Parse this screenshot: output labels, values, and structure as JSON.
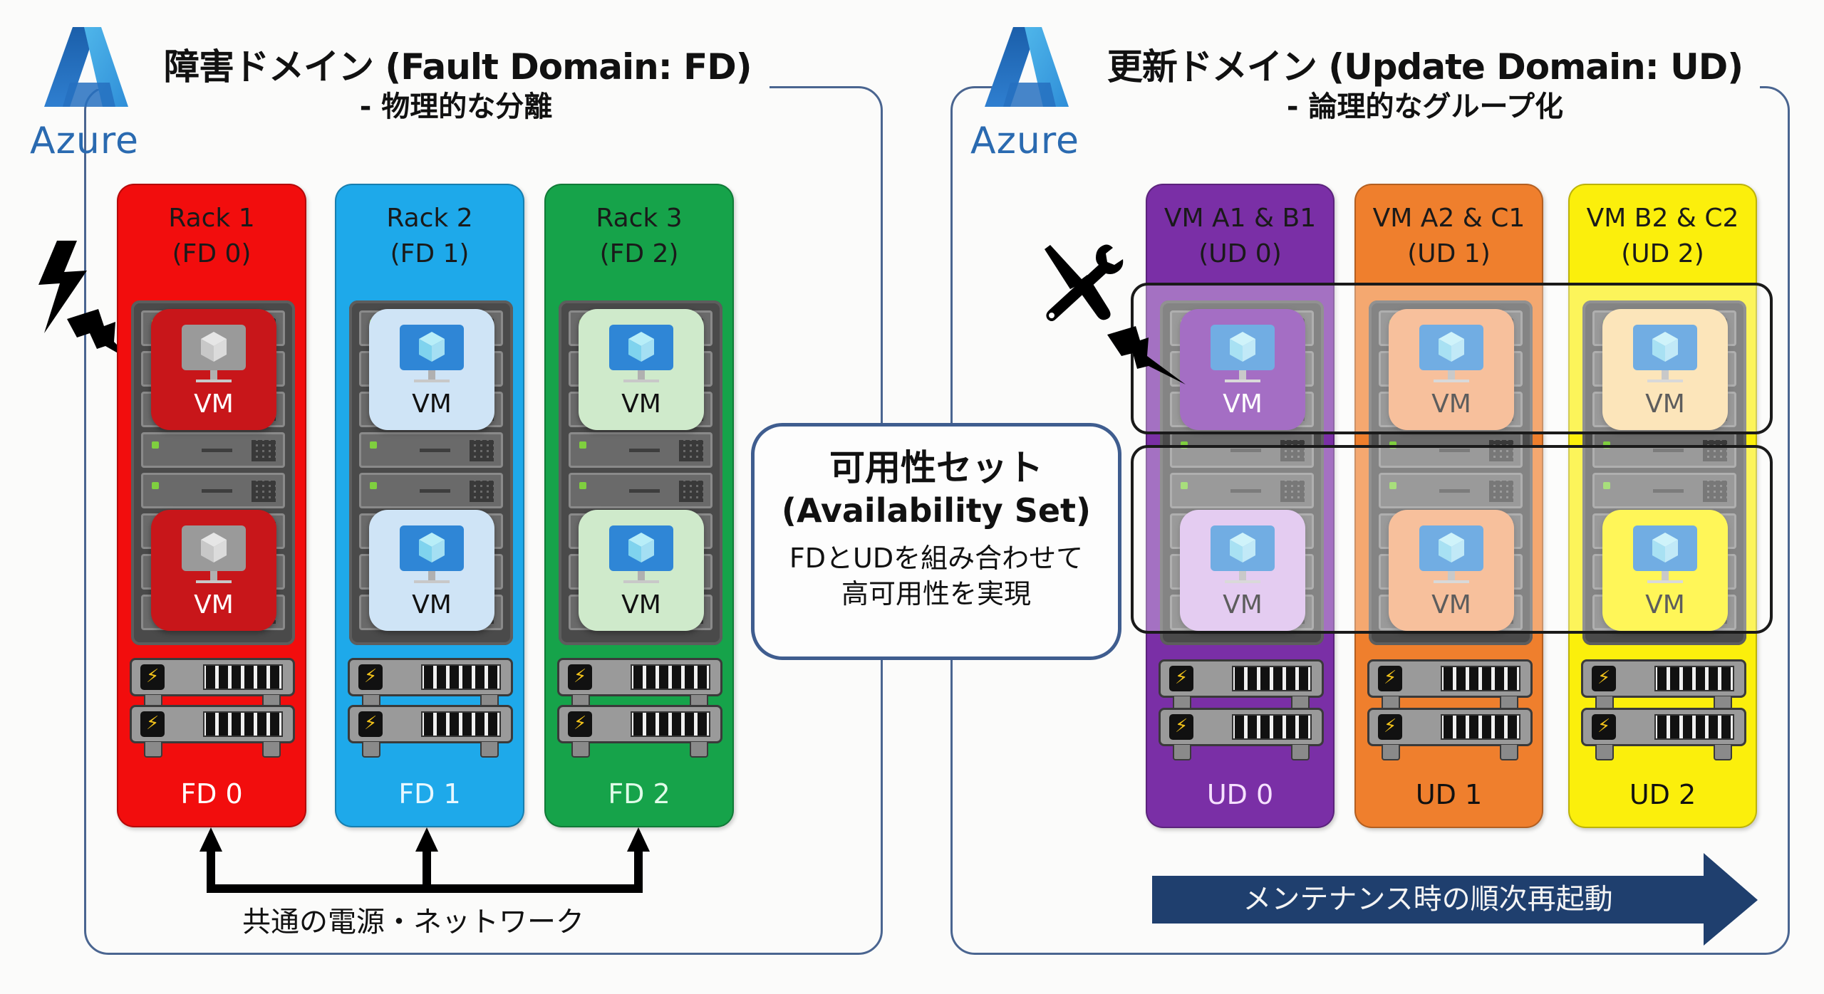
{
  "left": {
    "logo_label": "Azure",
    "title": "障害ドメイン (Fault Domain: FD)",
    "subtitle": "- 物理的な分離",
    "racks": [
      {
        "name": "Rack 1",
        "domain": "(FD 0)",
        "footer": "FD 0",
        "color": "#f20d0d",
        "vm_color": "#c8161a",
        "vm_label_color": "#ffffff",
        "footer_color": "#ffffff",
        "failed": true
      },
      {
        "name": "Rack 2",
        "domain": "(FD 1)",
        "footer": "FD 1",
        "color": "#1ea9ea",
        "vm_color": "#cfe4f6",
        "vm_label_color": "#111111",
        "footer_color": "#e8f8ff",
        "failed": false
      },
      {
        "name": "Rack 3",
        "domain": "(FD 2)",
        "footer": "FD 2",
        "color": "#16a34a",
        "vm_color": "#cfeacb",
        "vm_label_color": "#111111",
        "footer_color": "#e0fbe8",
        "failed": false
      }
    ],
    "vm_label": "VM",
    "shared_caption": "共通の電源・ネットワーク",
    "fault_icon": "lightning-bolt-icon"
  },
  "center": {
    "title": "可用性セット",
    "title_en": "(Availability Set)",
    "desc_line1": "FDとUDを組み合わせて",
    "desc_line2": "高可用性を実現"
  },
  "right": {
    "logo_label": "Azure",
    "title": "更新ドメイン (Update Domain: UD)",
    "subtitle": "- 論理的なグループ化",
    "racks": [
      {
        "name": "VM A1 & B1",
        "domain": "(UD 0)",
        "footer": "UD 0",
        "color": "#7a2fa6",
        "vm_top_color": "#7a2aa8",
        "vm_bottom_color": "#d7b4ea",
        "vm_top_label_color": "#ffffff",
        "vm_bottom_label_color": "#111111",
        "footer_color": "#f6e0ff"
      },
      {
        "name": "VM A2 & C1",
        "domain": "(UD 1)",
        "footer": "UD 1",
        "color": "#ef7f2d",
        "vm_top_color": "#f4a26e",
        "vm_bottom_color": "#f4a26e",
        "vm_top_label_color": "#111111",
        "vm_bottom_label_color": "#111111",
        "footer_color": "#111111"
      },
      {
        "name": "VM B2 & C2",
        "domain": "(UD 2)",
        "footer": "UD 2",
        "color": "#fbef0c",
        "vm_top_color": "#fbd99a",
        "vm_bottom_color": "#fff20a",
        "vm_top_label_color": "#111111",
        "vm_bottom_label_color": "#111111",
        "footer_color": "#111111"
      }
    ],
    "vm_label": "VM",
    "maintenance_label": "メンテナンス時の順次再起動",
    "maintenance_icon": "tools-icon"
  },
  "colors": {
    "panel_border": "#4a6590",
    "maintenance_arrow": "#1f3f6e",
    "azure_blue": "#2a6ab0"
  }
}
